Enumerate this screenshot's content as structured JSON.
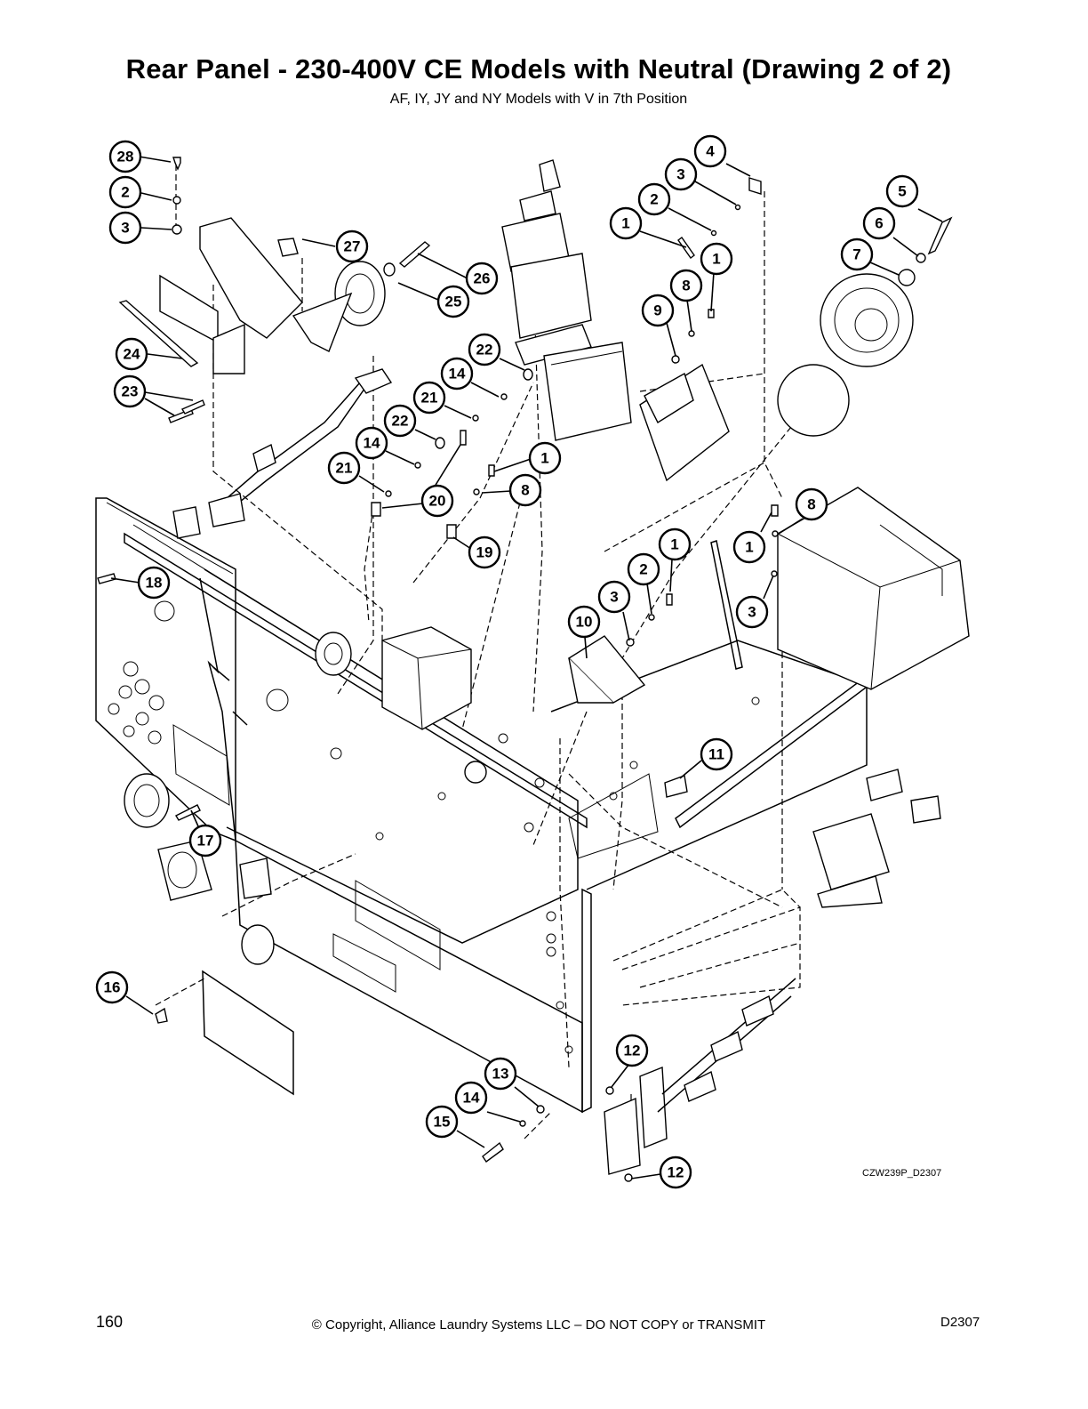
{
  "header": {
    "title": "Rear Panel - 230-400V CE Models with Neutral (Drawing 2 of 2)",
    "subtitle": "AF, IY, JY and NY Models with V in 7th Position"
  },
  "drawing": {
    "code": "CZW239P_D2307",
    "callouts": [
      "28",
      "2",
      "3",
      "27",
      "26",
      "25",
      "24",
      "23",
      "22",
      "14",
      "21",
      "22",
      "14",
      "21",
      "20",
      "19",
      "1",
      "8",
      "18",
      "17",
      "16",
      "4",
      "3",
      "2",
      "1",
      "1",
      "8",
      "9",
      "5",
      "6",
      "7",
      "10",
      "3",
      "2",
      "1",
      "8",
      "1",
      "3",
      "11",
      "12",
      "12",
      "13",
      "14",
      "15"
    ]
  },
  "footer": {
    "page_number": "160",
    "copyright": "© Copyright, Alliance Laundry Systems LLC – DO NOT COPY or TRANSMIT",
    "doc_code": "D2307"
  }
}
